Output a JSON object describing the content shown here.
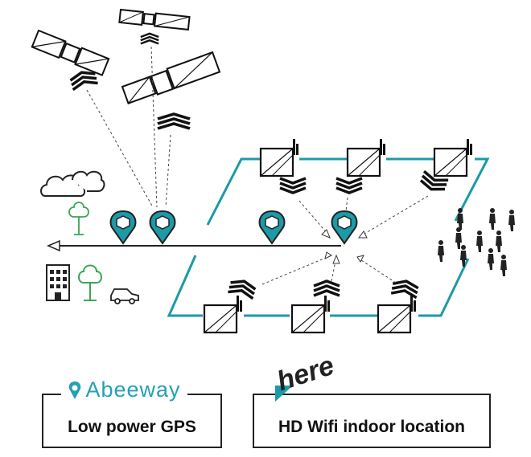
{
  "colors": {
    "teal": "#1c9aa8",
    "dark": "#222222",
    "green": "#3aa655",
    "abeeway": "#25a0b6"
  },
  "icons": {
    "satellite": "satellite-icon",
    "pin": "location-pin-icon",
    "router": "wifi-router-icon",
    "cloud": "cloud-icon",
    "tree": "tree-icon",
    "building": "building-icon",
    "car": "car-icon",
    "person": "person-icon"
  },
  "legend": {
    "gps": {
      "brand": "Abeeway",
      "label": "Low power GPS"
    },
    "wifi": {
      "brand": "here",
      "label": "HD Wifi indoor location"
    }
  }
}
